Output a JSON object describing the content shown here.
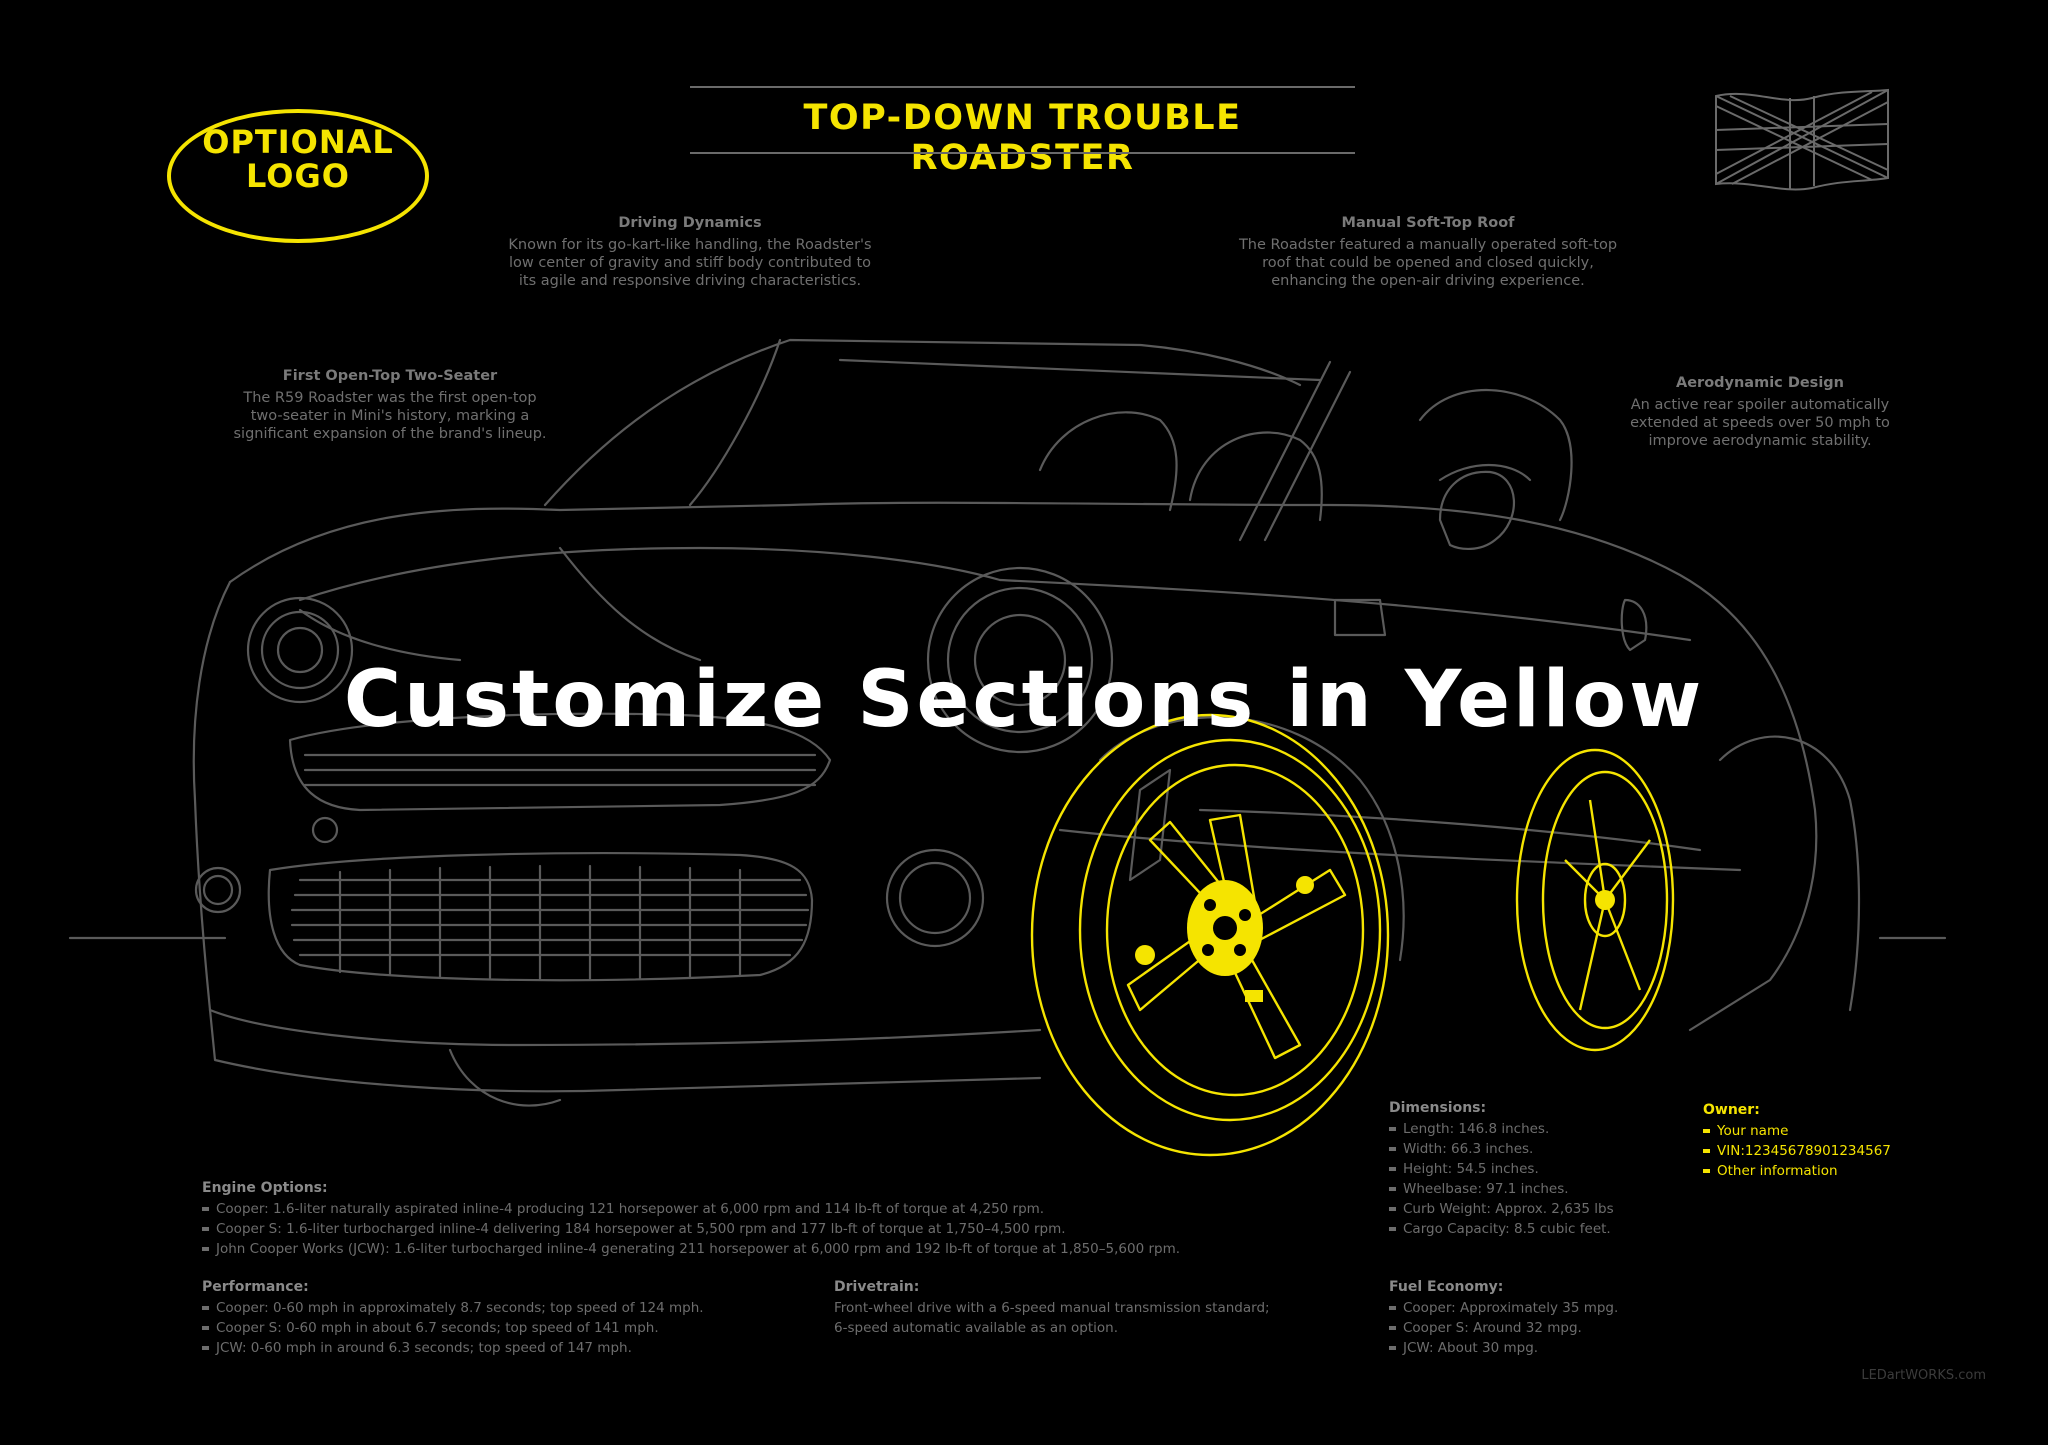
{
  "poster": {
    "title": "TOP-DOWN TROUBLE ROADSTER",
    "logo_text": "OPTIONAL\nLOGO",
    "banner": "Customize Sections in Yellow",
    "footer_credit": "LEDartWORKS.com",
    "colors": {
      "accent": "#f5e400",
      "line": "#5a5a5a",
      "background": "#000000",
      "text": "#6f6f6f"
    }
  },
  "callouts": {
    "driving_dynamics": {
      "title": "Driving Dynamics",
      "lines": [
        "Known for its go-kart-like handling, the Roadster's",
        "low center of gravity and stiff body contributed to",
        "its agile and responsive driving characteristics."
      ]
    },
    "soft_top": {
      "title": "Manual Soft-Top Roof",
      "lines": [
        "The Roadster featured a manually operated soft-top",
        "roof that could be opened and closed quickly,",
        "enhancing the open-air driving experience."
      ]
    },
    "first_open_top": {
      "title": "First Open-Top Two-Seater",
      "lines": [
        "The R59 Roadster was the first open-top",
        "two-seater in Mini's history, marking a",
        "significant expansion of the brand's lineup."
      ]
    },
    "aero": {
      "title": "Aerodynamic Design",
      "lines": [
        "An active rear spoiler automatically",
        "extended at speeds over 50 mph to",
        "improve aerodynamic stability."
      ]
    }
  },
  "specs": {
    "engine": {
      "title": "Engine Options:",
      "items": [
        "Cooper: 1.6-liter naturally aspirated inline-4 producing 121 horsepower at 6,000 rpm and 114 lb-ft of torque at 4,250 rpm.",
        "Cooper S: 1.6-liter turbocharged inline-4 delivering 184 horsepower at 5,500 rpm and 177 lb-ft of torque at 1,750–4,500 rpm.",
        "John Cooper Works (JCW): 1.6-liter turbocharged inline-4 generating 211 horsepower at 6,000 rpm and 192 lb-ft of torque at 1,850–5,600 rpm."
      ]
    },
    "performance": {
      "title": "Performance:",
      "items": [
        "Cooper: 0-60 mph in approximately 8.7 seconds; top speed of 124 mph.",
        "Cooper S: 0-60 mph in about 6.7 seconds; top speed of 141 mph.",
        "JCW: 0-60 mph in around 6.3 seconds; top speed of 147 mph."
      ]
    },
    "drivetrain": {
      "title": "Drivetrain:",
      "lines": [
        "Front-wheel drive with a 6-speed manual transmission standard;",
        "6-speed automatic available as an option."
      ]
    },
    "dimensions": {
      "title": "Dimensions:",
      "items": [
        "Length: 146.8 inches.",
        "Width: 66.3 inches.",
        "Height: 54.5 inches.",
        "Wheelbase: 97.1 inches.",
        "Curb Weight: Approx. 2,635 lbs",
        "Cargo Capacity: 8.5 cubic feet."
      ]
    },
    "fuel": {
      "title": "Fuel Economy:",
      "items": [
        "Cooper: Approximately 35 mpg.",
        "Cooper S: Around 32 mpg.",
        "JCW: About 30 mpg."
      ]
    },
    "owner": {
      "title": "Owner:",
      "items": [
        "Your name",
        "VIN:12345678901234567",
        "Other information"
      ]
    }
  }
}
